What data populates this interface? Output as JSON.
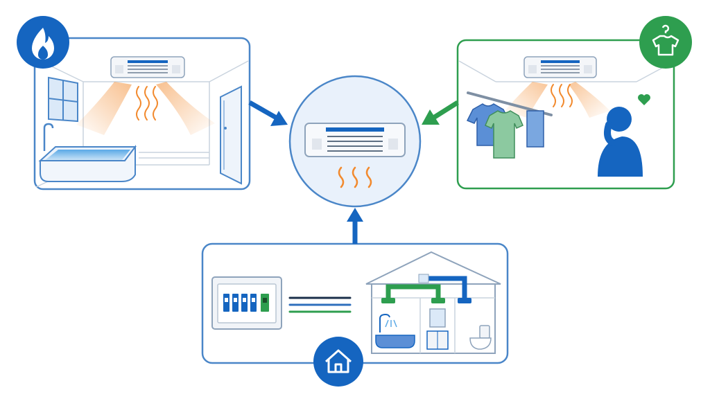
{
  "colors": {
    "primary_blue": "#1565c0",
    "frame_blue": "#4a86c8",
    "light_blue": "#dbe9f8",
    "accent_green": "#2e9e4f",
    "heat_orange": "#f28a2e",
    "line_gray": "#c9d3de",
    "background": "#ffffff"
  },
  "diagram": {
    "center_node": {
      "icon": "ceiling-ventilation-heater-icon",
      "detail_icon": "heat-waves-icon"
    },
    "panels": [
      {
        "id": "bath-heating",
        "badge_icon": "flame-icon",
        "scene": "bathroom-with-heater-warming-bathtub",
        "border_color": "#4a86c8"
      },
      {
        "id": "clothes-drying",
        "badge_icon": "shirt-hanger-icon",
        "scene": "laundry-drying-under-heater-person-happy",
        "border_color": "#2e9e4f"
      },
      {
        "id": "home-installation",
        "badge_icon": "house-icon",
        "scene": "breaker-panel-wiring-ducts-to-bath-sink-toilet",
        "border_color": "#4a86c8"
      }
    ],
    "connections": [
      {
        "from": "bath-heating",
        "to": "center",
        "color": "#1565c0"
      },
      {
        "from": "clothes-drying",
        "to": "center",
        "color": "#2e9e4f"
      },
      {
        "from": "home-installation",
        "to": "center",
        "color": "#1565c0"
      }
    ]
  }
}
